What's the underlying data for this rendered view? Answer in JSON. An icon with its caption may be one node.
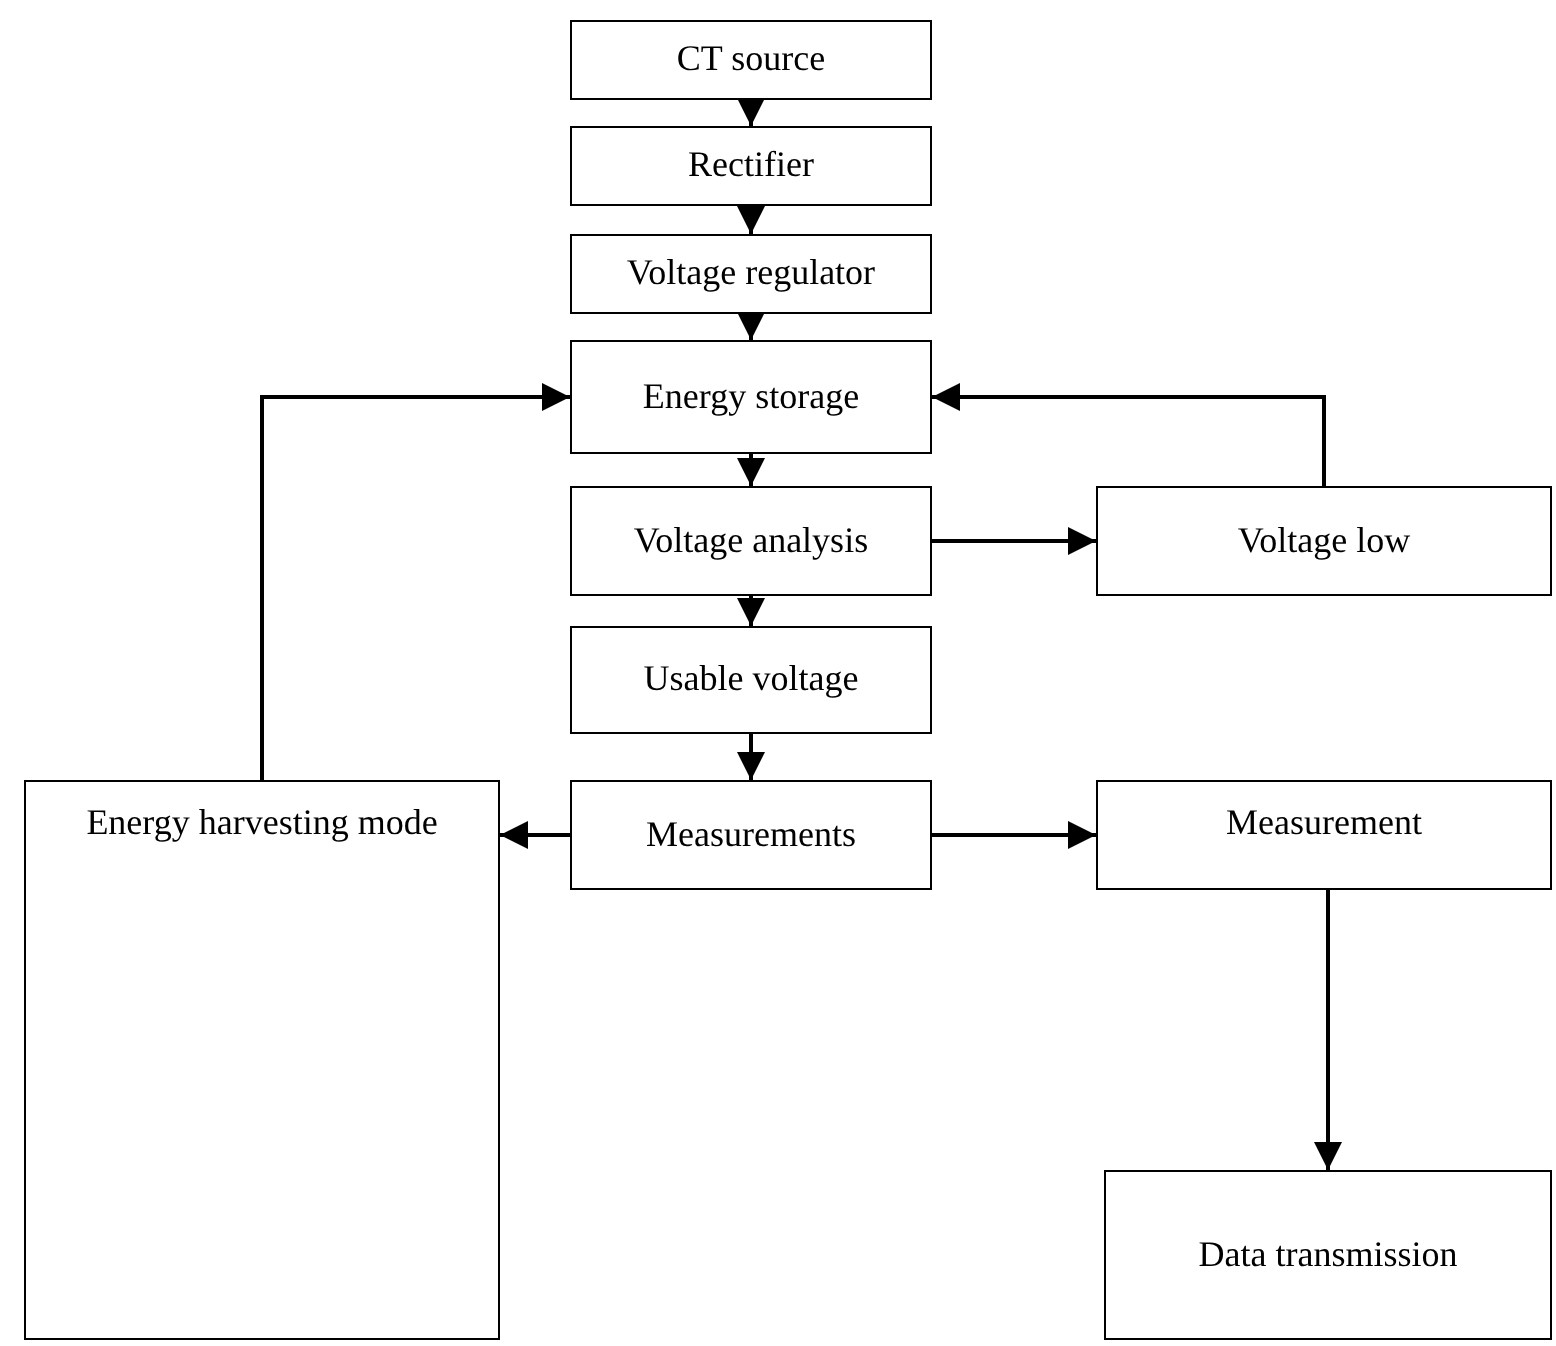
{
  "diagram": {
    "nodes": [
      {
        "text": [
          "CT source"
        ]
      },
      {
        "text": [
          "Rectifier"
        ]
      },
      {
        "text": [
          "Voltage regulator"
        ]
      },
      {
        "text": [
          "Energy storage"
        ]
      },
      {
        "text": [
          "Voltage analysis"
        ]
      },
      {
        "text": [
          "Voltage low"
        ]
      },
      {
        "text": [
          "Usable voltage"
        ]
      },
      {
        "text": [
          "Measurements"
        ]
      },
      {
        "text": [
          "Energy harvesting mode"
        ]
      },
      {
        "text": [
          "Measurement"
        ]
      },
      {
        "text": [
          "Data transmission"
        ]
      }
    ],
    "edges": [
      {
        "from": 0,
        "to": 1,
        "arrow": "to"
      },
      {
        "from": 1,
        "to": 2,
        "arrow": "to"
      },
      {
        "from": 2,
        "to": 3,
        "arrow": "to"
      },
      {
        "from": 3,
        "to": 4,
        "arrow": "to"
      },
      {
        "from": 4,
        "to": 5,
        "arrow": "to"
      },
      {
        "from": 4,
        "to": 6,
        "arrow": "to"
      },
      {
        "from": 6,
        "to": 7,
        "arrow": "to"
      },
      {
        "from": 7,
        "to": 8,
        "arrow": "to"
      },
      {
        "from": 7,
        "to": 9,
        "arrow": "to"
      },
      {
        "from": 9,
        "to": 10,
        "arrow": "to"
      },
      {
        "from": 8,
        "to": 3,
        "arrow": "to"
      },
      {
        "from": 5,
        "to": 3,
        "arrow": "to"
      }
    ]
  }
}
